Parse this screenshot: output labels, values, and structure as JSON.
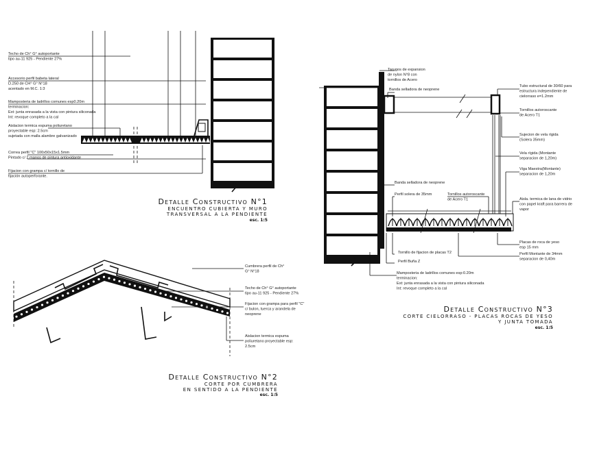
{
  "detail1": {
    "title": "Detalle Constructivo N°1",
    "subtitle": [
      "ENCUENTRO CUBIERTA Y MURO",
      "TRANSVERSAL A LA PENDIENTE"
    ],
    "scale": "esc. 1:5",
    "labels": [
      [
        "Techo de Ch° G° autoportante",
        "tipo au-11 925 - Pendiente 27%"
      ],
      [
        "Accesorio perfil babeta lateral",
        "D.250 de CH° G° N°18",
        "acentado en M.C. 1:3"
      ],
      [
        "Mamposteria de ladrillos comunes esp0.20m",
        "terminacion:",
        "Ext: junta enrasada a la vista con pintura siliconada",
        "Int: revoque completo a la cal"
      ],
      [
        "Aislacion termica espuma poliuretano",
        "proyectable esp: 2.5cm",
        "sujetada con malla alambre galvanizado"
      ],
      [
        "Correa perfil \"C\" 100x50x15x1.5mm",
        "Pintado c/ 2 manos de pintura antioxidante"
      ],
      [
        "Fijacion con grampa c/ tornillo de",
        "fijación autoperforante."
      ]
    ]
  },
  "detail2": {
    "title": "Detalle Constructivo N°2",
    "subtitle": [
      "CORTE POR CUMBRERA",
      "EN SENTIDO A LA PENDIENTE"
    ],
    "scale": "esc. 1:5",
    "labels": [
      [
        "Cumbrera perfil de Ch°",
        "G° N°18"
      ],
      [
        "Techo de Ch° G° autoportante",
        "tipo au-11 925 - Pendiente 27%"
      ],
      [
        "Fijacion con grampa para perfil \"C\"",
        "c/ bulon, tuerca y arandela de",
        "neoprene"
      ],
      [
        "Aislacion termica espuma",
        "poliuretano proyectable esp:",
        "2.5cm"
      ]
    ]
  },
  "detail3": {
    "title": "Detalle Constructivo N°3",
    "subtitle": [
      "CORTE CIELORRASO - PLACAS ROCAS DE YESO",
      "Y JUNTA TOMADA"
    ],
    "scale": "esc. 1:5",
    "labels": [
      [
        "Tarugos de expansion",
        "de nylon N°8 con",
        "tornillos de Acero"
      ],
      [
        "Banda selladora de neoprene"
      ],
      [
        "Tubo estructural de 30/60 para",
        "estructura independiente de",
        "cielorraso e=1.2mm"
      ],
      [
        "Tornillos autoroscante",
        "de Acero T1"
      ],
      [
        "Sujecion de vela rígida",
        "(Solera 35mm)"
      ],
      [
        "Vela rígida (Montante",
        "separacion de 1,20m)"
      ],
      [
        "Viga Maestra(Montante)",
        "separacion de 1,20m"
      ],
      [
        "Banda selladora de neoprene"
      ],
      [
        "Perfil solera de 35mm"
      ],
      [
        "Tornillos autoroscante",
        "de Acero T1"
      ],
      [
        "Aisla. termica de lana de vidrio",
        "con papel kraft para barrera de",
        "vapor"
      ],
      [
        "Placas de roca de yeso",
        "esp 15 mm"
      ],
      [
        "Perfil Montante de 34mm",
        "separacion de 0,40m"
      ],
      [
        "Tornillo de fijacion de placas T2"
      ],
      [
        "Perfil Buña Z"
      ],
      [
        "Mamposteria de ladrillos comunes esp:0.20m",
        "terminacion:",
        "Ext: junta enrasada a la vista con pintura siliconada",
        "Int: revoque completo a la cal"
      ]
    ]
  }
}
